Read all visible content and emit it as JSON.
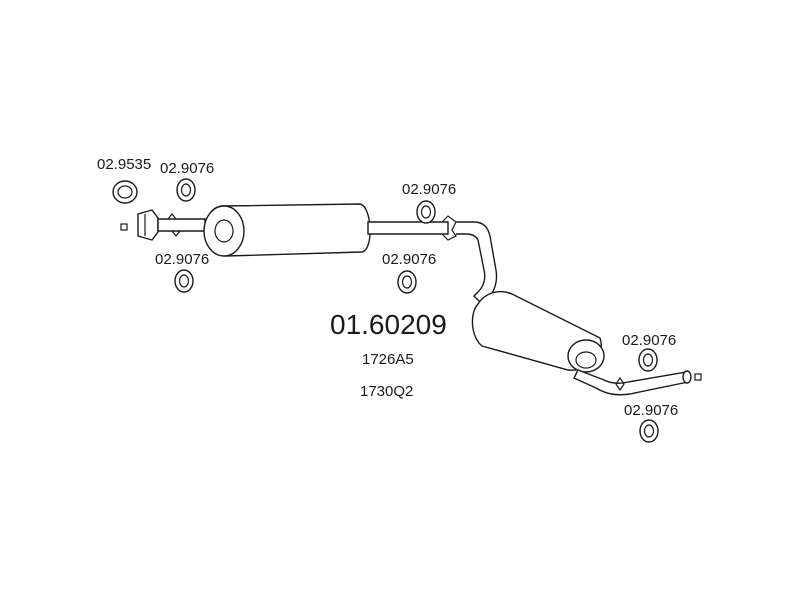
{
  "diagram": {
    "main_part_number": "01.60209",
    "oem_refs": [
      "1726A5",
      "1730Q2"
    ],
    "parts": [
      {
        "id": "gasket-front",
        "part_number": "02.9535",
        "kind": "gasket"
      },
      {
        "id": "clamp-1",
        "part_number": "02.9076",
        "kind": "clamp-ring"
      },
      {
        "id": "clamp-2",
        "part_number": "02.9076",
        "kind": "clamp-ring"
      },
      {
        "id": "clamp-3",
        "part_number": "02.9076",
        "kind": "clamp-ring"
      },
      {
        "id": "clamp-4",
        "part_number": "02.9076",
        "kind": "clamp-ring"
      },
      {
        "id": "clamp-5",
        "part_number": "02.9076",
        "kind": "clamp-ring"
      },
      {
        "id": "clamp-6",
        "part_number": "02.9076",
        "kind": "clamp-ring"
      }
    ],
    "line_color": "#1a1a1a",
    "background": "#ffffff"
  }
}
